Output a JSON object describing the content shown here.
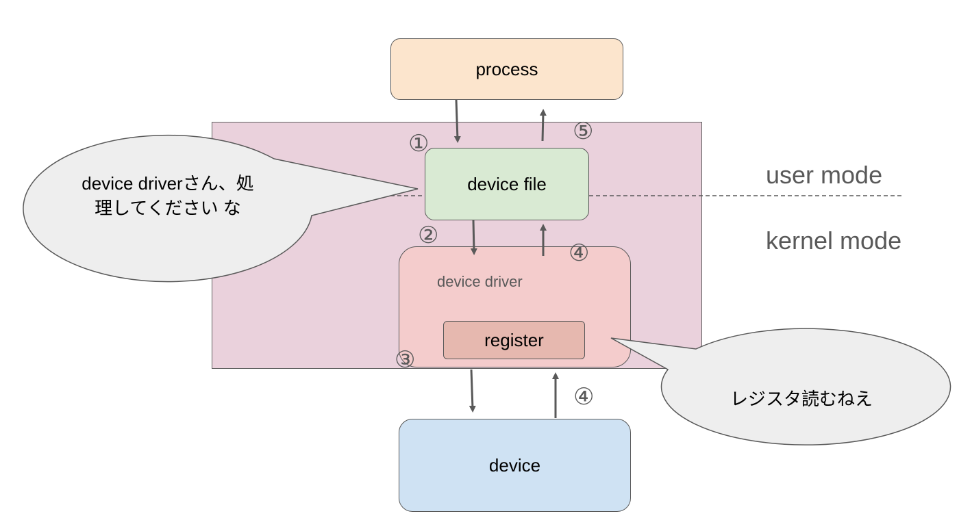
{
  "diagram": {
    "kernel_label": "kernel",
    "nodes": {
      "process": "process",
      "device_file": "device file",
      "device_driver": "device driver",
      "register": "register",
      "device": "device"
    },
    "modes": {
      "user": "user mode",
      "kernel": "kernel mode"
    },
    "steps": {
      "s1": "①",
      "s2": "②",
      "s3": "③",
      "s4a": "④",
      "s4b": "④",
      "s5": "⑤"
    },
    "bubbles": {
      "left": "device driverさん、処理してください な",
      "right": "レジスタ読むねえ"
    },
    "colors": {
      "kernel_fill": "#ead1dc",
      "process_fill": "#fce5cd",
      "device_file_fill": "#d9ead3",
      "device_driver_fill": "#f4cccc",
      "register_fill": "#e6b8af",
      "device_fill": "#cfe2f3",
      "bubble_fill": "#eeeeee",
      "arrow": "#595959"
    }
  }
}
